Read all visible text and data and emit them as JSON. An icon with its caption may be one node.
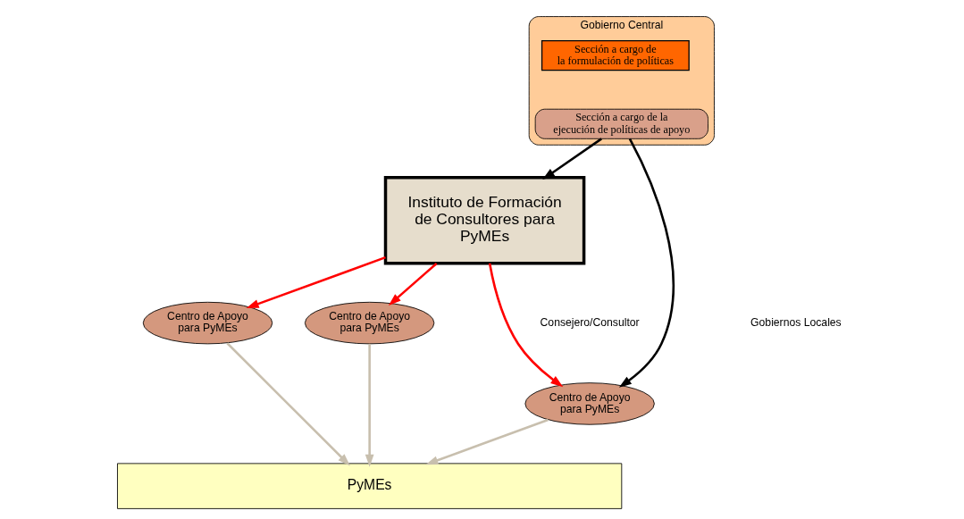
{
  "diagram": {
    "nodes": [
      {
        "text": [
          "Gobierno Central"
        ]
      },
      {
        "text": [
          "Sección a cargo de la formulación de políticas"
        ],
        "in": 0
      },
      {
        "text": [
          "Sección a cargo de la ejecución de políticas de apoyo"
        ],
        "in": 0
      },
      {
        "text": [
          "Instituto de Formación de Consultores para PyMEs"
        ]
      },
      {
        "text": [
          "Centro de Apoyo para PyMEs"
        ]
      },
      {
        "text": [
          "Centro de Apoyo para PyMEs"
        ]
      },
      {
        "text": [
          "Centro de Apoyo para PyMEs"
        ]
      },
      {
        "text": [
          "PyMEs"
        ]
      }
    ],
    "edges": [
      {
        "from": 2,
        "to": 3,
        "arrow": "to",
        "color": "#000000"
      },
      {
        "from": 2,
        "to": 4,
        "arrow": "to",
        "color": "#000000"
      },
      {
        "from": 3,
        "to": 4,
        "arrow": "to",
        "color": "#ff0000"
      },
      {
        "from": 3,
        "to": 5,
        "arrow": "to",
        "color": "#ff0000"
      },
      {
        "from": 3,
        "to": 6,
        "arrow": "to",
        "color": "#ff0000"
      },
      {
        "from": 4,
        "to": 7,
        "arrow": "to",
        "color": "#c8bfae"
      },
      {
        "from": 5,
        "to": 7,
        "arrow": "to",
        "color": "#c8bfae"
      },
      {
        "from": 6,
        "to": 7,
        "arrow": "to",
        "color": "#c8bfae"
      }
    ],
    "labels": [
      "Gobiernos Locales",
      "Consejero/Consultor"
    ]
  }
}
